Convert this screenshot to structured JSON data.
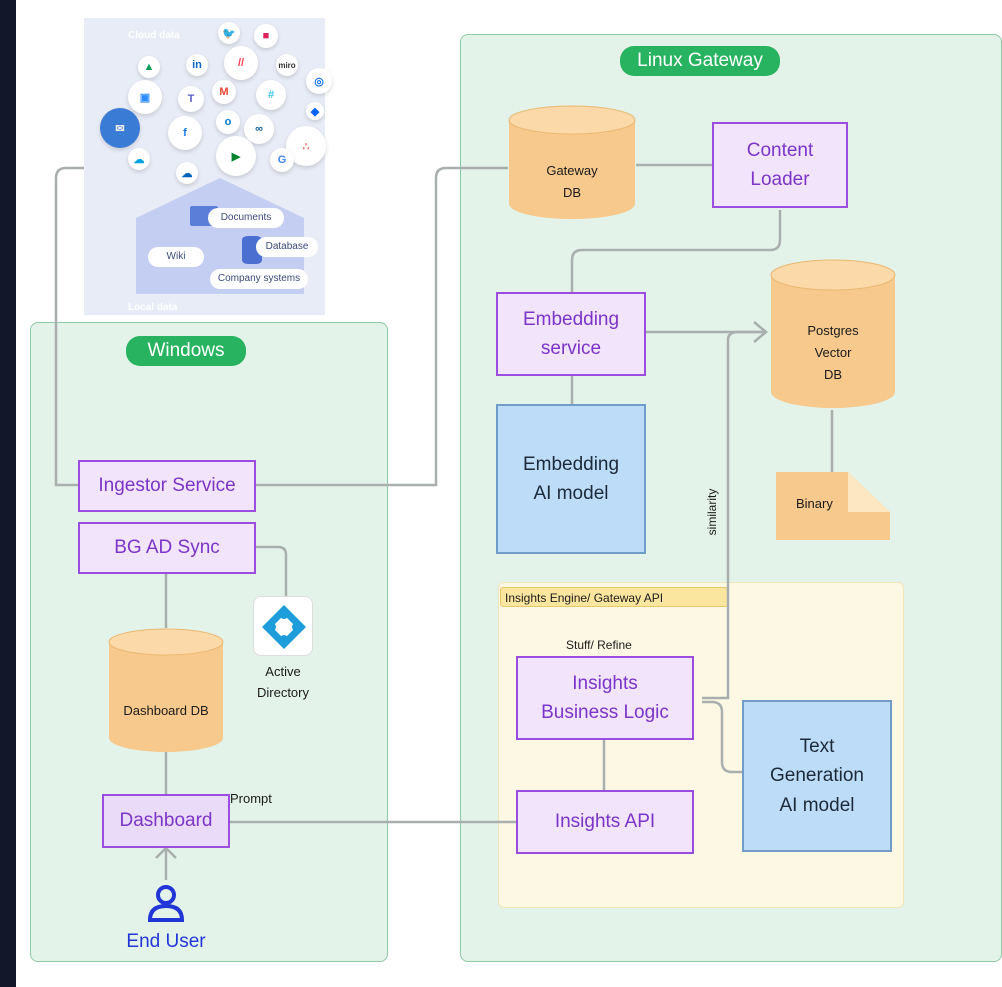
{
  "cloud": {
    "cloud_label": "Cloud data",
    "local_label": "Local data",
    "documents": "Documents",
    "database": "Database",
    "wiki": "Wiki",
    "company_systems": "Company systems",
    "icons": [
      "twitter-icon",
      "slack-icon",
      "linkedin-icon",
      "monday-icon",
      "miro-icon",
      "chat-icon",
      "google-drive-icon",
      "zoom-icon",
      "teams-icon",
      "gmail-icon",
      "slack-icon",
      "dropbox-icon",
      "mail-icon",
      "facebook-icon",
      "outlook-icon",
      "webex-icon",
      "asana-icon",
      "salesforce-icon",
      "onedrive-icon",
      "meet-icon",
      "google-icon"
    ]
  },
  "windows": {
    "title": "Windows",
    "ingestor": "Ingestor Service",
    "ad_sync": "BG AD Sync",
    "active_directory": "Active\nDirectory",
    "dashboard_db": "Dashboard DB",
    "dashboard": "Dashboard",
    "prompt": "Prompt",
    "end_user": "End User"
  },
  "linux": {
    "title": "Linux Gateway",
    "gateway_db": "Gateway\nDB",
    "content_loader": "Content\nLoader",
    "embedding_service": "Embedding\nservice",
    "postgres_db": "Postgres\nVector\nDB",
    "embedding_model": "Embedding\nAI  model",
    "binary": "Binary",
    "similarity": "similarity",
    "insights_engine": "Insights Engine/ Gateway API",
    "stuff_refine": "Stuff/ Refine",
    "business_logic": "Insights\nBusiness Logic",
    "insights_api": "Insights API",
    "text_gen": "Text\nGeneration\nAI model"
  },
  "colors": {
    "background": "#12182a",
    "region_fill": "#e3f3e9",
    "pill": "#27b35f",
    "service_border": "#9b4de0",
    "model_fill": "#bcdcf8",
    "db_fill": "#f7c98c",
    "insights_fill": "#fdf8e4",
    "insights_tag": "#fbe6a0",
    "end_user": "#2236d8"
  }
}
